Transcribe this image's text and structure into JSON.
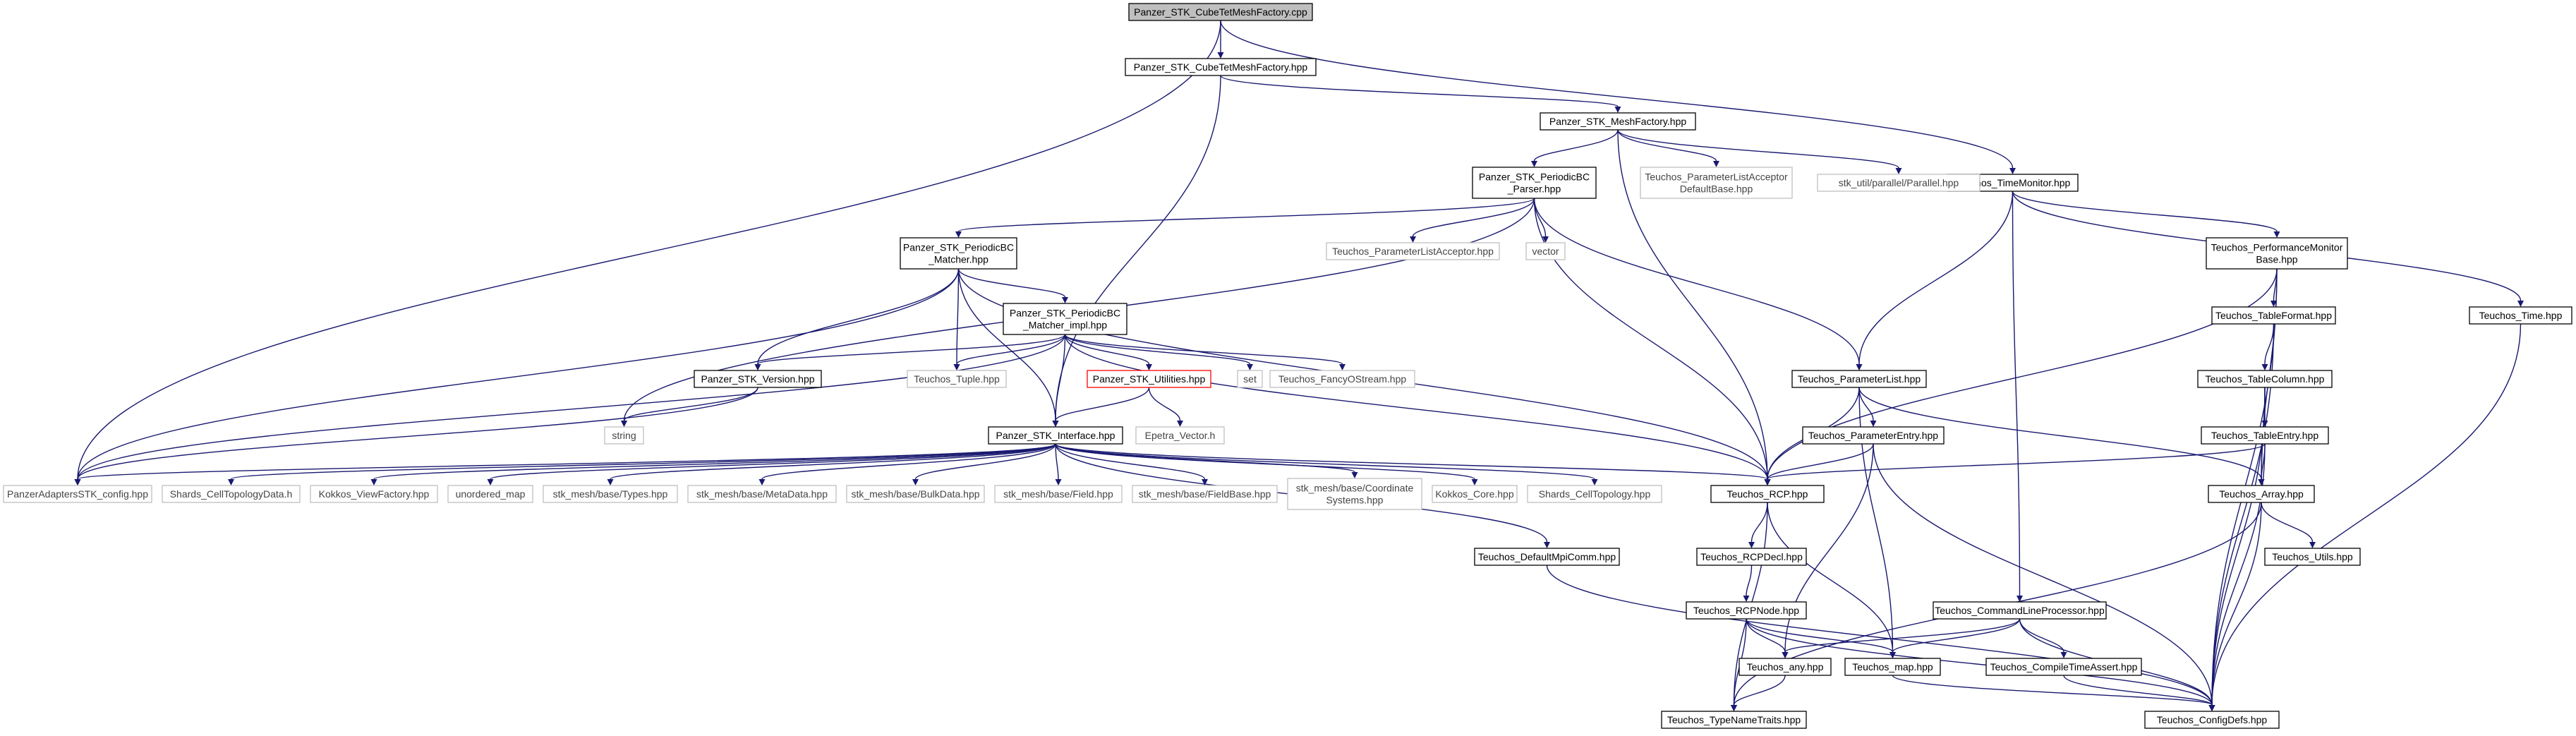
{
  "graph": {
    "edge_color": "#191970",
    "root_fill": "#bfbfbf",
    "external_border": "#bfbfbf",
    "highlight_border": "#ff0000",
    "nodes": [
      {
        "id": "root",
        "lines": [
          "Panzer_STK_CubeTetMeshFactory.cpp"
        ],
        "style": "root"
      },
      {
        "id": "cubehpp",
        "lines": [
          "Panzer_STK_CubeTetMeshFactory.hpp"
        ],
        "style": "normal"
      },
      {
        "id": "meshfac",
        "lines": [
          "Panzer_STK_MeshFactory.hpp"
        ],
        "style": "normal"
      },
      {
        "id": "timemon",
        "lines": [
          "Teuchos_TimeMonitor.hpp"
        ],
        "style": "normal"
      },
      {
        "id": "pbcparser",
        "lines": [
          "Panzer_STK_PeriodicBC",
          "_Parser.hpp"
        ],
        "style": "normal"
      },
      {
        "id": "plad",
        "lines": [
          "Teuchos_ParameterListAcceptor",
          "DefaultBase.hpp"
        ],
        "style": "ext"
      },
      {
        "id": "stkpar",
        "lines": [
          "stk_util/parallel/Parallel.hpp"
        ],
        "style": "ext"
      },
      {
        "id": "perfmon",
        "lines": [
          "Teuchos_PerformanceMonitor",
          "Base.hpp"
        ],
        "style": "normal"
      },
      {
        "id": "pla",
        "lines": [
          "Teuchos_ParameterListAcceptor.hpp"
        ],
        "style": "ext"
      },
      {
        "id": "vector",
        "lines": [
          "vector"
        ],
        "style": "ext"
      },
      {
        "id": "pbcmatcher",
        "lines": [
          "Panzer_STK_PeriodicBC",
          "_Matcher.hpp"
        ],
        "style": "normal"
      },
      {
        "id": "pbcimpl",
        "lines": [
          "Panzer_STK_PeriodicBC",
          "_Matcher_impl.hpp"
        ],
        "style": "normal"
      },
      {
        "id": "tableformat",
        "lines": [
          "Teuchos_TableFormat.hpp"
        ],
        "style": "normal"
      },
      {
        "id": "ttime",
        "lines": [
          "Teuchos_Time.hpp"
        ],
        "style": "normal"
      },
      {
        "id": "version",
        "lines": [
          "Panzer_STK_Version.hpp"
        ],
        "style": "normal"
      },
      {
        "id": "tuple",
        "lines": [
          "Teuchos_Tuple.hpp"
        ],
        "style": "ext"
      },
      {
        "id": "utilities",
        "lines": [
          "Panzer_STK_Utilities.hpp"
        ],
        "style": "red"
      },
      {
        "id": "set",
        "lines": [
          "set"
        ],
        "style": "ext"
      },
      {
        "id": "fancy",
        "lines": [
          "Teuchos_FancyOStream.hpp"
        ],
        "style": "ext"
      },
      {
        "id": "paramlist",
        "lines": [
          "Teuchos_ParameterList.hpp"
        ],
        "style": "normal"
      },
      {
        "id": "tablecol",
        "lines": [
          "Teuchos_TableColumn.hpp"
        ],
        "style": "normal"
      },
      {
        "id": "string",
        "lines": [
          "string"
        ],
        "style": "ext"
      },
      {
        "id": "interface",
        "lines": [
          "Panzer_STK_Interface.hpp"
        ],
        "style": "normal"
      },
      {
        "id": "epetra",
        "lines": [
          "Epetra_Vector.h"
        ],
        "style": "ext"
      },
      {
        "id": "paramentry",
        "lines": [
          "Teuchos_ParameterEntry.hpp"
        ],
        "style": "normal"
      },
      {
        "id": "tableentry",
        "lines": [
          "Teuchos_TableEntry.hpp"
        ],
        "style": "normal"
      },
      {
        "id": "adapcfg",
        "lines": [
          "PanzerAdaptersSTK_config.hpp"
        ],
        "style": "ext"
      },
      {
        "id": "shardsctd",
        "lines": [
          "Shards_CellTopologyData.h"
        ],
        "style": "ext"
      },
      {
        "id": "kokkosvf",
        "lines": [
          "Kokkos_ViewFactory.hpp"
        ],
        "style": "ext"
      },
      {
        "id": "umap",
        "lines": [
          "unordered_map"
        ],
        "style": "ext"
      },
      {
        "id": "stktypes",
        "lines": [
          "stk_mesh/base/Types.hpp"
        ],
        "style": "ext"
      },
      {
        "id": "stkmeta",
        "lines": [
          "stk_mesh/base/MetaData.hpp"
        ],
        "style": "ext"
      },
      {
        "id": "stkbulk",
        "lines": [
          "stk_mesh/base/BulkData.hpp"
        ],
        "style": "ext"
      },
      {
        "id": "stkfield",
        "lines": [
          "stk_mesh/base/Field.hpp"
        ],
        "style": "ext"
      },
      {
        "id": "stkfieldbase",
        "lines": [
          "stk_mesh/base/FieldBase.hpp"
        ],
        "style": "ext"
      },
      {
        "id": "stkcoord",
        "lines": [
          "stk_mesh/base/Coordinate",
          "Systems.hpp"
        ],
        "style": "ext"
      },
      {
        "id": "kokkoscore",
        "lines": [
          "Kokkos_Core.hpp"
        ],
        "style": "ext"
      },
      {
        "id": "shardsct",
        "lines": [
          "Shards_CellTopology.hpp"
        ],
        "style": "ext"
      },
      {
        "id": "rcp",
        "lines": [
          "Teuchos_RCP.hpp"
        ],
        "style": "normal"
      },
      {
        "id": "tarray",
        "lines": [
          "Teuchos_Array.hpp"
        ],
        "style": "normal"
      },
      {
        "id": "rcpdecl",
        "lines": [
          "Teuchos_RCPDecl.hpp"
        ],
        "style": "normal"
      },
      {
        "id": "dmc",
        "lines": [
          "Teuchos_DefaultMpiComm.hpp"
        ],
        "style": "normal"
      },
      {
        "id": "tutils",
        "lines": [
          "Teuchos_Utils.hpp"
        ],
        "style": "normal"
      },
      {
        "id": "rcpnode",
        "lines": [
          "Teuchos_RCPNode.hpp"
        ],
        "style": "normal"
      },
      {
        "id": "clp",
        "lines": [
          "Teuchos_CommandLineProcessor.hpp"
        ],
        "style": "normal"
      },
      {
        "id": "tany",
        "lines": [
          "Teuchos_any.hpp"
        ],
        "style": "normal"
      },
      {
        "id": "tmap",
        "lines": [
          "Teuchos_map.hpp"
        ],
        "style": "normal"
      },
      {
        "id": "cta",
        "lines": [
          "Teuchos_CompileTimeAssert.hpp"
        ],
        "style": "normal"
      },
      {
        "id": "tnt",
        "lines": [
          "Teuchos_TypeNameTraits.hpp"
        ],
        "style": "normal"
      },
      {
        "id": "cdefs",
        "lines": [
          "Teuchos_ConfigDefs.hpp"
        ],
        "style": "normal"
      }
    ]
  }
}
